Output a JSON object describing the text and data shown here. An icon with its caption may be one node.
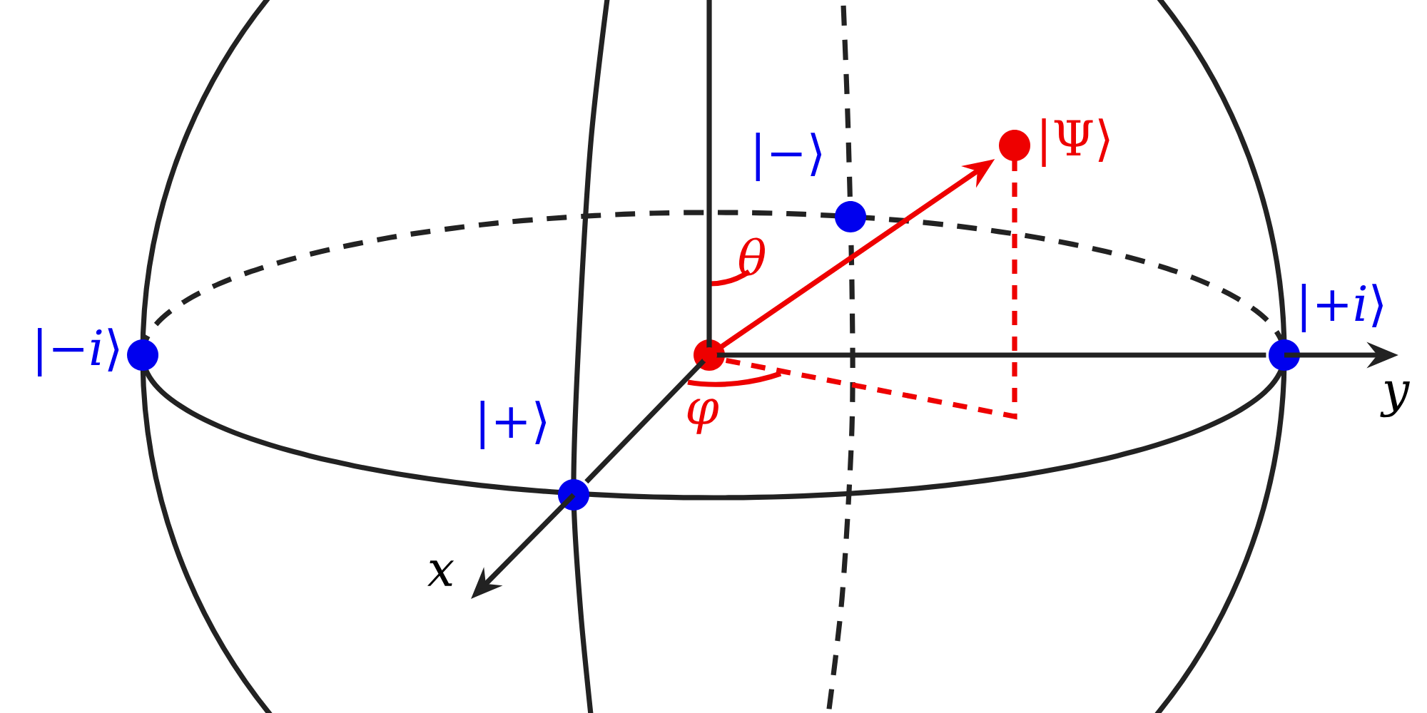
{
  "diagram": {
    "nodes": [
      {
        "text": [
          "|−*i*⟩"
        ]
      },
      {
        "text": [
          "|−⟩"
        ]
      },
      {
        "text": [
          "|Ψ⟩"
        ]
      },
      {
        "text": [
          "|+*i*⟩"
        ]
      },
      {
        "text": [
          "|+⟩"
        ]
      },
      {
        "text": [],
        "shape": "circle"
      }
    ],
    "edges": [
      {
        "from": 5,
        "to": 2,
        "arrow": "to",
        "color": "#ee0000"
      },
      {
        "from": 5,
        "to": 3,
        "arrow": "none"
      },
      {
        "from": 3,
        "to": null,
        "arrow": "to"
      },
      {
        "from": 5,
        "to": 4,
        "arrow": "none"
      },
      {
        "from": 4,
        "to": null,
        "arrow": "to"
      },
      {
        "from": 5,
        "to": null,
        "arrow": "none"
      }
    ],
    "labels": [
      "θ",
      "φ",
      "x",
      "y"
    ]
  }
}
